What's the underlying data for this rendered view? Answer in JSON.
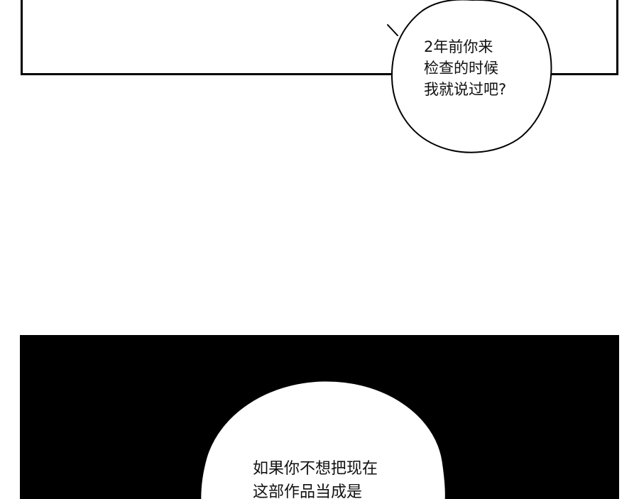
{
  "panels": [
    {
      "name": "top-panel",
      "bubble": {
        "lines": [
          "2年前你来",
          "检查的时候",
          "我就说过吧?"
        ]
      }
    },
    {
      "name": "bottom-panel",
      "bubble": {
        "lines": [
          "如果你不想把现在",
          "这部作品当成是"
        ]
      }
    }
  ],
  "colors": {
    "ink": "#000000",
    "paper": "#ffffff"
  }
}
